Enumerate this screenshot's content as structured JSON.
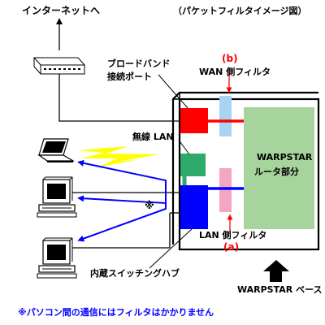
{
  "caption": "（パケットフィルタイメージ図）",
  "internet_label": "インターネットへ",
  "broadband_port_label": [
    "ブロードバンド",
    "接続ポート"
  ],
  "wan_filter": {
    "mark": "(b)",
    "label": "WAN 側フィルタ"
  },
  "wireless_lan_label": "無線 LAN",
  "router_label": [
    "WARPSTAR",
    "ルータ部分"
  ],
  "lan_filter": {
    "label": "LAN 側フィルタ",
    "mark": "(a)"
  },
  "internal_hub_label": "内蔵スイッチングハブ",
  "warpstar_base_label": "WARPSTAR ベース",
  "path_mark": "※",
  "footnote": "※パソコン間の通信にはフィルタはかかりません",
  "colors": {
    "broadband_port": "#ff0000",
    "wireless_lan": "#2eaa6c",
    "internal_hub": "#0000ff",
    "wan_filter": "#a9d3f3",
    "lan_filter": "#f3a6c4",
    "router": "#a6d49c",
    "footnote": "#0000ff",
    "wan_mark": "#ff0000",
    "lan_mark": "#ff0000",
    "lightning": "#ffff00"
  }
}
